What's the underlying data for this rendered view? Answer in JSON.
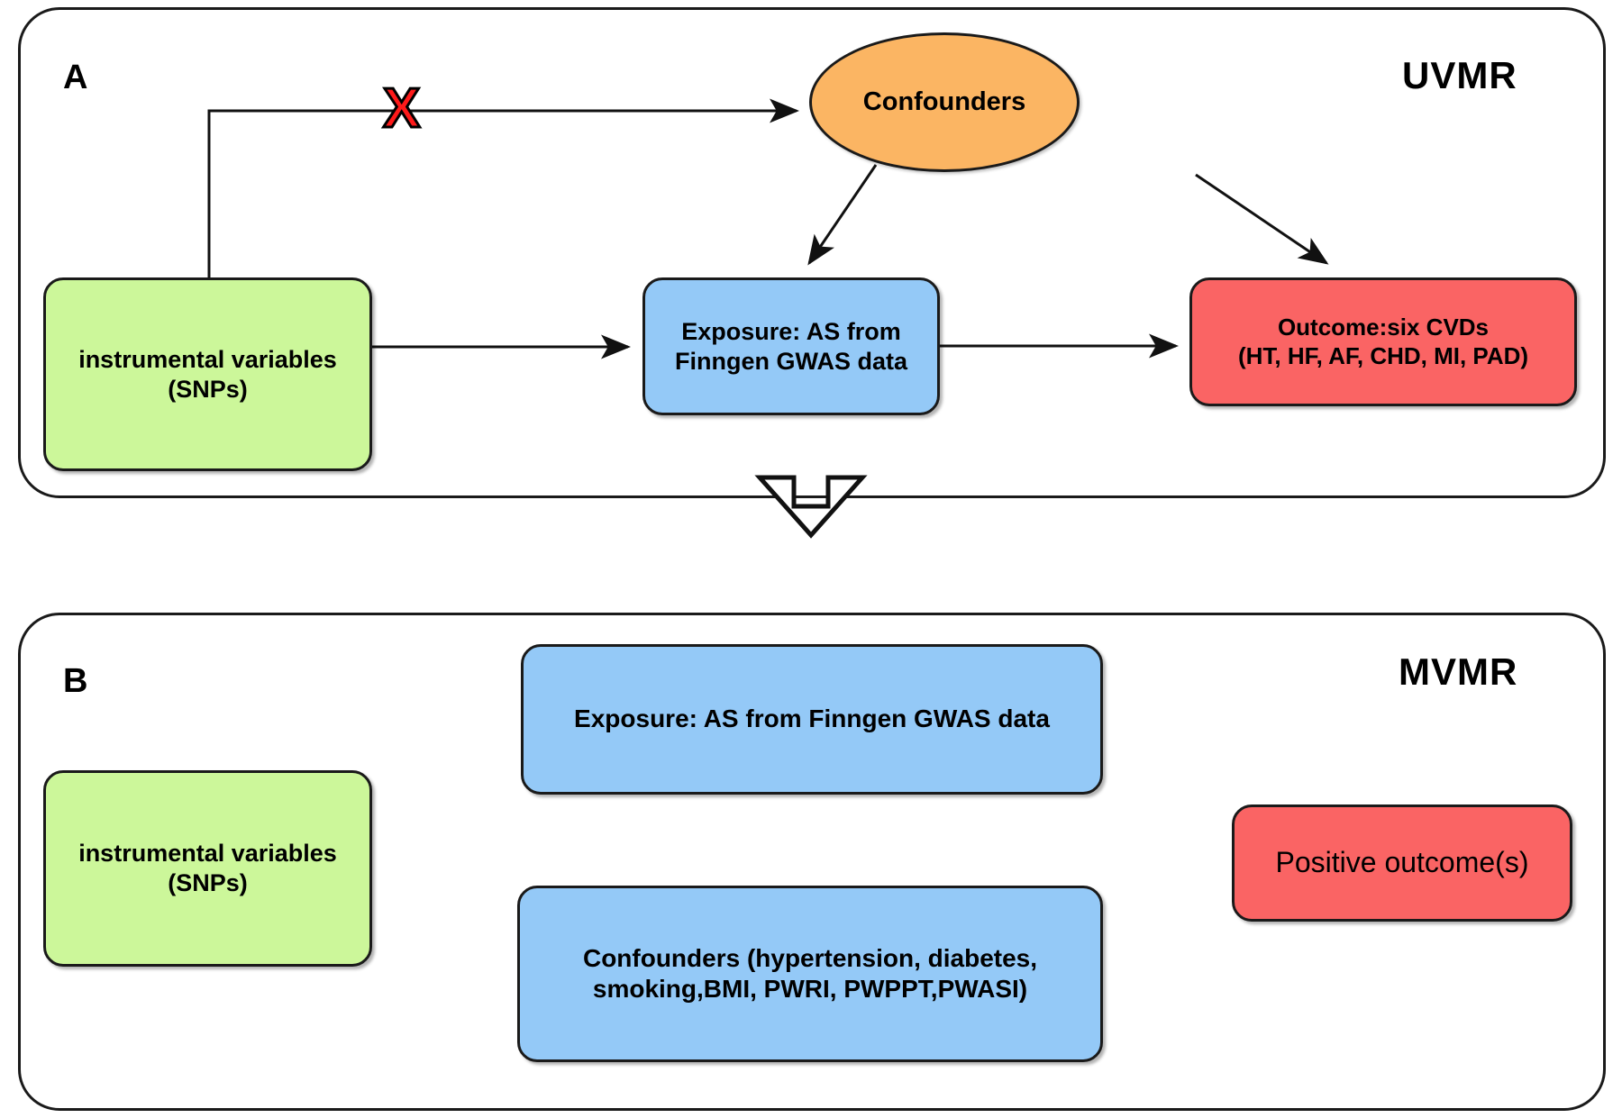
{
  "figure": {
    "type": "flow-diagram",
    "panels": [
      {
        "letter": "A",
        "title": "UVMR",
        "nodes": {
          "instrumental_variables": "instrumental variables\n(SNPs)",
          "exposure": "Exposure: AS from\nFinngen GWAS data",
          "outcome": "Outcome:six CVDs\n(HT, HF, AF, CHD, MI, PAD)",
          "confounders": "Confounders"
        },
        "blocked_marker": "X"
      },
      {
        "letter": "B",
        "title": "MVMR",
        "nodes": {
          "instrumental_variables": "instrumental variables\n(SNPs)",
          "exposure": "Exposure: AS from Finngen GWAS data",
          "confounders": "Confounders (hypertension, diabetes,\nsmoking,BMI, PWRI, PWPPT,PWASI)",
          "positive_outcome": "Positive  outcome(s)"
        }
      }
    ],
    "colors": {
      "instrument_green": "#ccf79a",
      "exposure_blue": "#94c9f7",
      "outcome_red": "#fa6464",
      "confounder_orange": "#fbb563",
      "stroke_black": "#1a1a1a",
      "blocked_red": "#ff1a1a"
    }
  }
}
